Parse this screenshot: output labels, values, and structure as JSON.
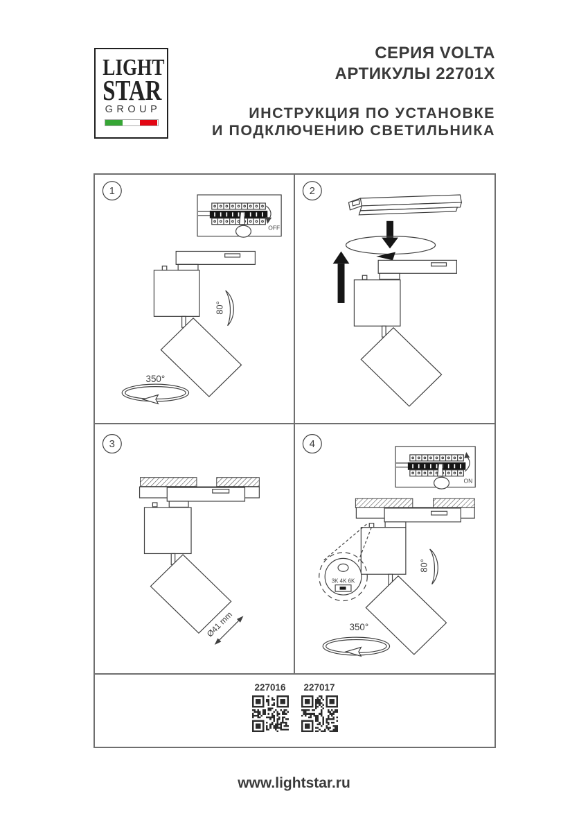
{
  "page": {
    "footer_url": "www.lightstar.ru"
  },
  "logo": {
    "line1": "LIGHT",
    "line2": "STAR",
    "line3": "GROUP"
  },
  "header": {
    "series": "СЕРИЯ VOLTA",
    "articles": "АРТИКУЛЫ 22701X",
    "title_line1": "ИНСТРУКЦИЯ ПО УСТАНОВКЕ",
    "title_line2": "И ПОДКЛЮЧЕНИЮ СВЕТИЛЬНИКА"
  },
  "panels": [
    {
      "number": "1",
      "off_label": "OFF",
      "tilt_angle": "80°",
      "rotate_angle": "350°"
    },
    {
      "number": "2"
    },
    {
      "number": "3",
      "diameter": "Ø41 mm"
    },
    {
      "number": "4",
      "on_label": "ON",
      "color_temp": "3K 4K 6K",
      "tilt_angle": "80°",
      "rotate_angle": "350°"
    }
  ],
  "qr_codes": [
    {
      "label": "227016"
    },
    {
      "label": "227017"
    }
  ],
  "colors": {
    "ink": "#3a3a3a",
    "line": "#3f3f3f",
    "flag_green": "#36a635",
    "flag_red": "#e30613"
  }
}
